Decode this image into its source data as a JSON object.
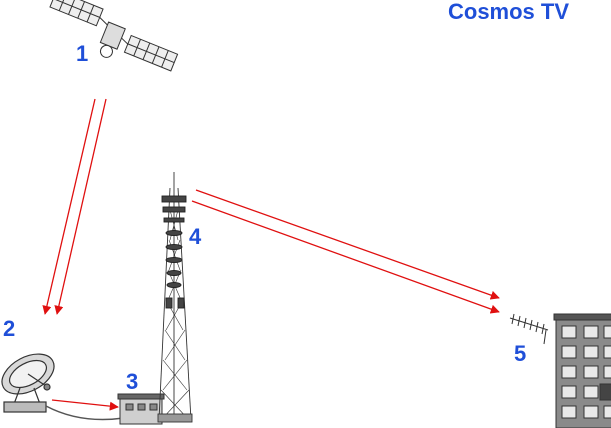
{
  "title": "Cosmos TV",
  "labels": {
    "satellite": "1",
    "dish": "2",
    "station": "3",
    "tower": "4",
    "building": "5"
  },
  "colors": {
    "label": "#1f4fd8",
    "signal": "#e01010",
    "ink": "#333333"
  },
  "icons": [
    "satellite-icon",
    "satellite-dish-icon",
    "station-house-icon",
    "transmission-tower-icon",
    "apartment-building-icon",
    "tv-antenna-icon"
  ]
}
